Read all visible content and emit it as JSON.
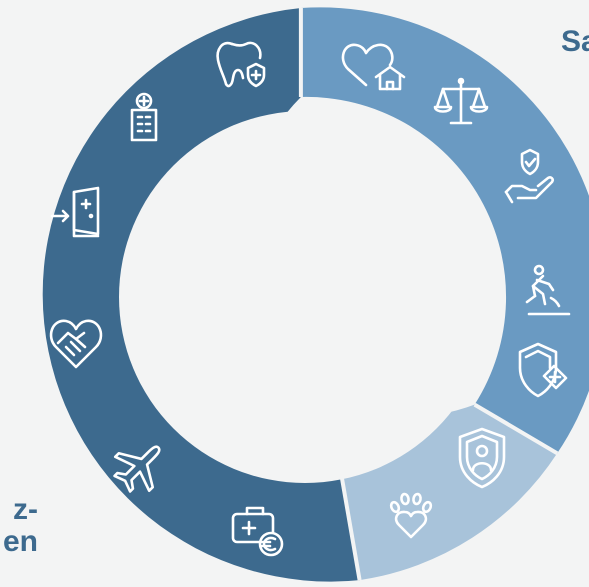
{
  "colors": {
    "background": "#f3f4f4",
    "dark_segment": "#3d6a8e",
    "mid_segment": "#6a9ac2",
    "light_segment": "#a8c3da",
    "icon_stroke": "#ffffff",
    "label_text": "#3d6a8e"
  },
  "labels": {
    "top_right": "Sa",
    "bottom_left_line1": "z-",
    "bottom_left_line2": "en"
  },
  "segments": [
    {
      "name": "dark-segment",
      "color": "#3d6a8e",
      "icons": [
        "tooth-shield-icon",
        "hospital-icon",
        "door-exit-icon",
        "handshake-heart-icon",
        "airplane-icon",
        "medical-bag-euro-icon"
      ]
    },
    {
      "name": "mid-segment",
      "color": "#6a9ac2",
      "icons": [
        "heart-house-icon",
        "scales-icon",
        "hand-shield-icon",
        "person-falling-icon",
        "shield-plus-icon"
      ]
    },
    {
      "name": "light-segment",
      "color": "#a8c3da",
      "icons": [
        "shield-person-icon",
        "paw-heart-icon"
      ]
    }
  ]
}
